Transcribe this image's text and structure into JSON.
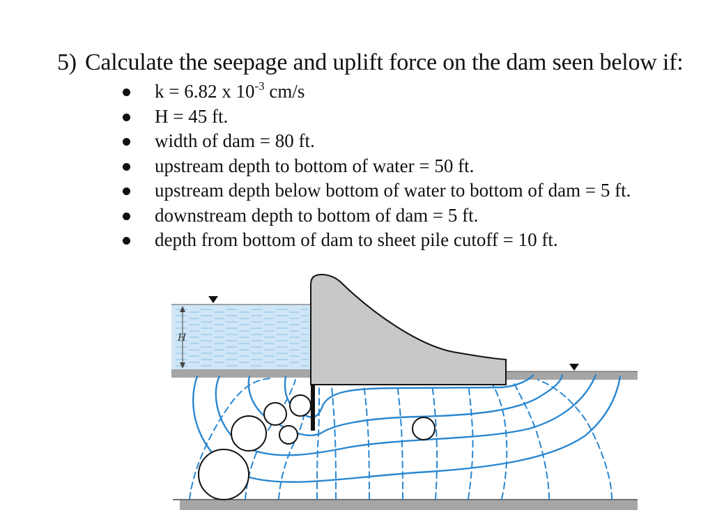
{
  "problem": {
    "number": "5)",
    "statement": "Calculate the seepage and uplift force on the dam seen below if:",
    "conditions": [
      {
        "prefix": "k = 6.82 x 10",
        "exponent": "-3",
        "suffix": " cm/s"
      },
      {
        "text": "H = 45 ft."
      },
      {
        "text": "width of dam = 80 ft."
      },
      {
        "text": "upstream depth to bottom of water = 50 ft."
      },
      {
        "text": "upstream depth below bottom of water to bottom of dam = 5 ft."
      },
      {
        "text": "downstream depth to bottom of dam = 5 ft."
      },
      {
        "text": "depth from bottom of dam to sheet pile cutoff = 10 ft."
      }
    ]
  },
  "diagram": {
    "head_label": "H",
    "colors": {
      "water": "#cfe6f6",
      "water_streak": "#9fcbe8",
      "dam": "#c8c8c8",
      "ground": "#a6a6a6",
      "flow_lines": "#2a87d0",
      "outline": "#111111"
    }
  }
}
